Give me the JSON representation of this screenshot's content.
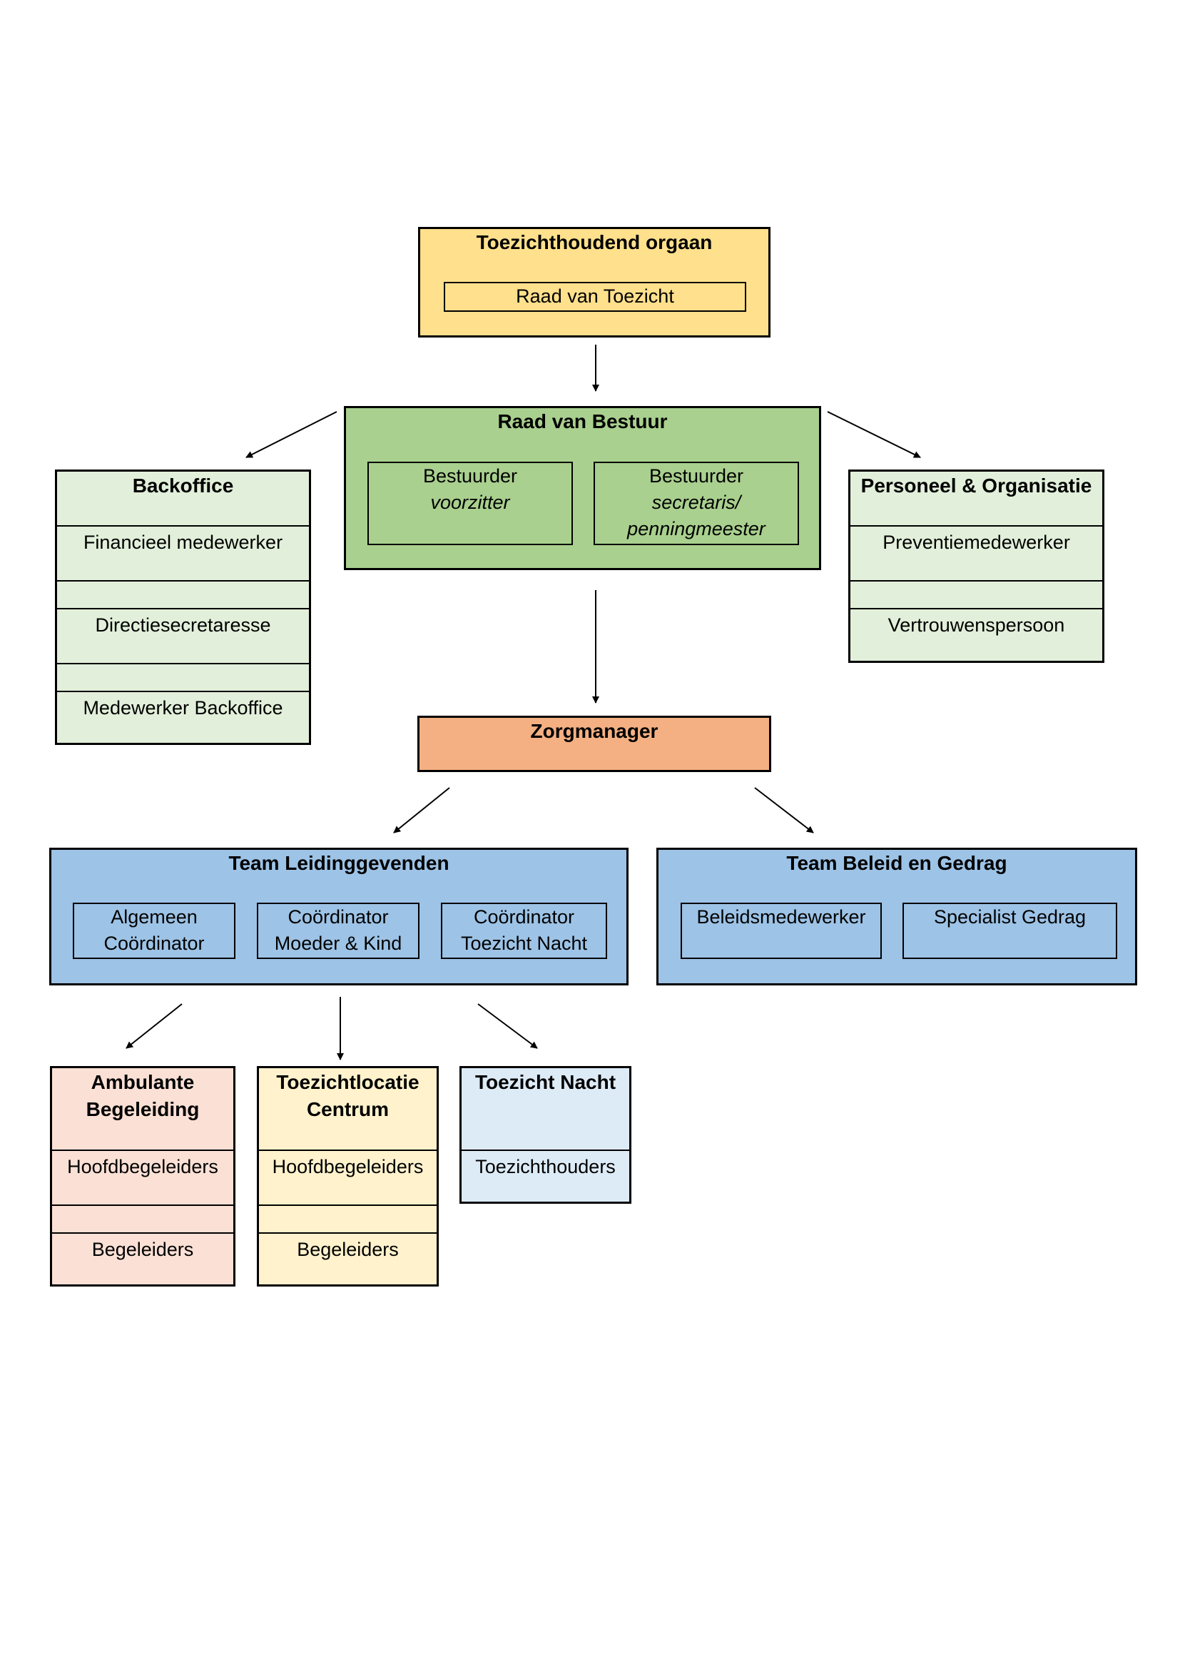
{
  "toezicht": {
    "title": "Toezichthoudend orgaan",
    "member": "Raad van Toezicht"
  },
  "bestuur": {
    "title": "Raad van Bestuur",
    "members": [
      {
        "line1": "Bestuurder",
        "line2": "voorzitter",
        "line3": ""
      },
      {
        "line1": "Bestuurder",
        "line2": "secretaris/",
        "line3": "penningmeester"
      }
    ]
  },
  "backoffice": {
    "title": "Backoffice",
    "items": [
      "Financieel medewerker",
      "",
      "Directiesecretaresse",
      "",
      "Medewerker Backoffice"
    ]
  },
  "po": {
    "title": "Personeel & Organisatie",
    "items": [
      "Preventiemedewerker",
      "",
      "Vertrouwenspersoon"
    ]
  },
  "zorgmanager": {
    "title": "Zorgmanager"
  },
  "team_leiding": {
    "title": "Team Leidinggevenden",
    "members": [
      {
        "line1": "Algemeen",
        "line2": "Coördinator"
      },
      {
        "line1": "Coördinator",
        "line2": "Moeder & Kind"
      },
      {
        "line1": "Coördinator",
        "line2": "Toezicht Nacht"
      }
    ]
  },
  "team_beleid": {
    "title": "Team Beleid en Gedrag",
    "members": [
      "Beleidsmedewerker",
      "Specialist Gedrag"
    ]
  },
  "ambulante": {
    "title_line1": "Ambulante",
    "title_line2": "Begeleiding",
    "items": [
      "Hoofdbegeleiders",
      "",
      "Begeleiders"
    ]
  },
  "centrum": {
    "title_line1": "Toezichtlocatie",
    "title_line2": "Centrum",
    "items": [
      "Hoofdbegeleiders",
      "",
      "Begeleiders"
    ]
  },
  "nacht": {
    "title": "Toezicht Nacht",
    "items": [
      "Toezichthouders"
    ]
  },
  "colors": {
    "toezicht": "#ffe08c",
    "bestuur": "#a9d08e",
    "support": "#e2efda",
    "zorgmanager": "#f4b083",
    "teams": "#9dc3e6",
    "ambulante": "#fbe0d5",
    "centrum": "#fff2cc",
    "nacht": "#ddebf7"
  }
}
